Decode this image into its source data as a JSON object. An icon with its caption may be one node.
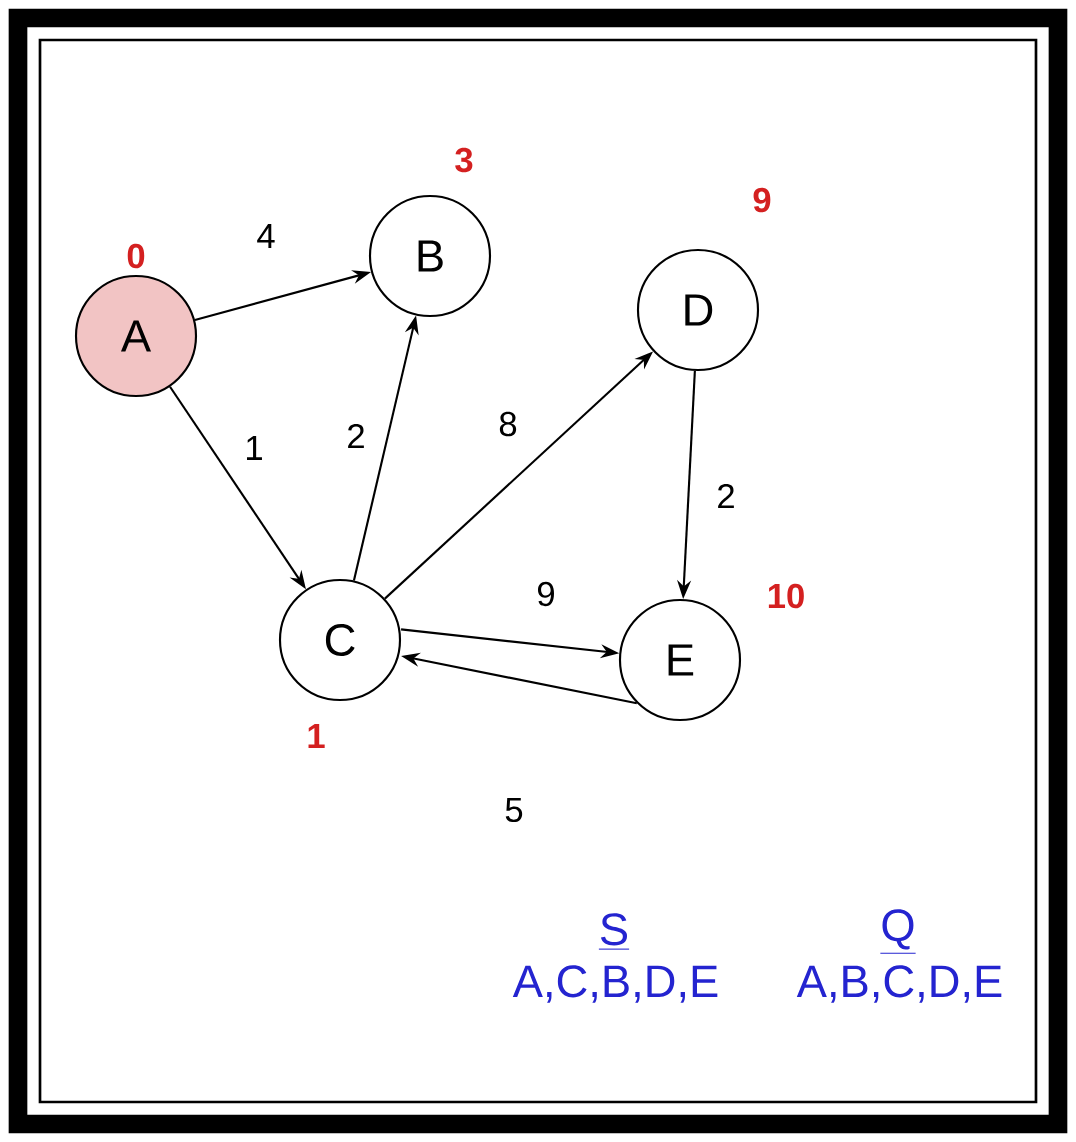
{
  "diagram": {
    "nodes": [
      {
        "text": [
          "A"
        ],
        "beside": [
          "0"
        ]
      },
      {
        "text": [
          "B"
        ],
        "beside": [
          "3"
        ]
      },
      {
        "text": [
          "D"
        ],
        "beside": [
          "9"
        ]
      },
      {
        "text": [
          "C"
        ],
        "beside": [
          "1"
        ]
      },
      {
        "text": [
          "E"
        ],
        "beside": [
          "10"
        ]
      }
    ],
    "edges": [
      {
        "from": 0,
        "to": 1,
        "arrow": "to",
        "label": "4"
      },
      {
        "from": 0,
        "to": 3,
        "arrow": "to",
        "label": "1"
      },
      {
        "from": 3,
        "to": 1,
        "arrow": "to",
        "label": "2"
      },
      {
        "from": 3,
        "to": 2,
        "arrow": "to",
        "label": "8"
      },
      {
        "from": 2,
        "to": 4,
        "arrow": "to",
        "label": "2"
      },
      {
        "from": 3,
        "to": 4,
        "arrow": "to",
        "label": "9"
      },
      {
        "from": 4,
        "to": 3,
        "arrow": "to",
        "label": "5"
      }
    ],
    "labels": [
      "S",
      "Q",
      "A,C,B,D,E",
      "A,B,C,D,E"
    ]
  }
}
